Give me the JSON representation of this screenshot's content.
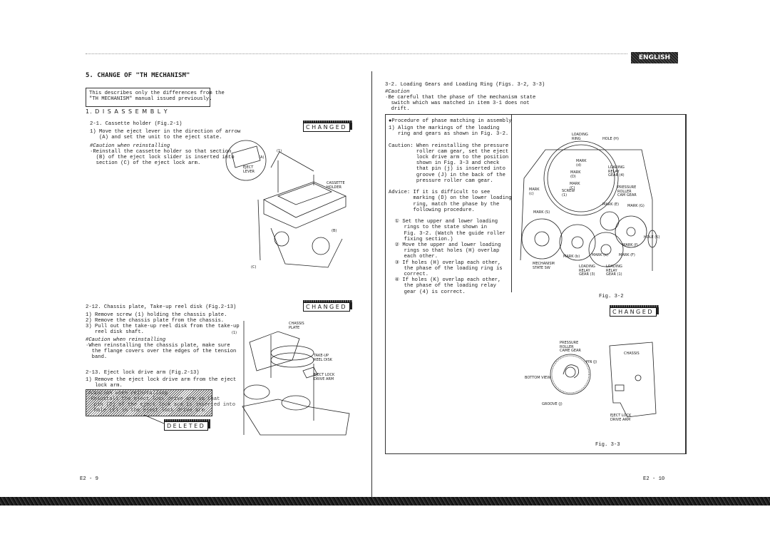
{
  "header": {
    "language_badge": "ENGLISH"
  },
  "left": {
    "section_title": "5. CHANGE OF \"TH MECHANISM\"",
    "intro": [
      "This describes only the differences from the",
      "\"TH MECHANISM\" manual issued previously."
    ],
    "disassembly_heading": "1. D I S A S S E M B L Y",
    "s21": {
      "heading": "2-1. Cassette holder (Fig.2-1)",
      "steps": [
        "1) Move the eject lever in the direction of arrow",
        "   (A) and set the unit to the eject state."
      ],
      "caution_title": "#Caution when reinstalling",
      "caution": [
        "·Reinstall the cassette holder so that section",
        "  (B) of the eject lock slider is inserted into",
        "  section (C) of the eject lock arm."
      ],
      "badge": "CHANGED",
      "labels": {
        "screw": "(1)",
        "arrow": "(A)",
        "eject_lever": "EJECT\nLEVER",
        "cassette_holder": "CASSETTE\nHOLDER",
        "b": "(B)",
        "c": "(C)"
      }
    },
    "s212": {
      "heading": "2-12. Chassis plate, Take-up reel disk (Fig.2-13)",
      "steps": [
        "1) Remove screw (1) holding the chassis plate.",
        "2) Remove the chassis plate from the chassis.",
        "3) Pull out the take-up reel disk from the take-up",
        "   reel disk shaft."
      ],
      "caution_title": "#Caution when reinstalling",
      "caution": [
        "·When reinstalling the chassis plate, make sure",
        "  the flange covers over the edges of the tension",
        "  band."
      ],
      "badge": "CHANGED",
      "labels": {
        "screw": "(1)",
        "chassis_plate": "CHASSIS\nPLATE",
        "takeup": "TAKE-UP\nREEL DISK",
        "eject_arm": "EJECT LOCK\nDRIVE ARM"
      }
    },
    "s213": {
      "heading": "2-13. Eject lock drive arm (Fig.2-13)",
      "steps": [
        "1) Remove the eject lock drive arm from the eject",
        "   lock arm."
      ],
      "deleted_text": [
        "#Caution when reinstalling",
        "·Reinstall the eject lock drive arm so that",
        "  pin (D) of the eject lock arm is inserted into",
        "  hole (E) in the eject lock drive arm."
      ],
      "badge": "DELETED"
    },
    "page_number": "E2 - 9"
  },
  "right": {
    "heading": "3-2. Loading Gears and Loading Ring (Figs. 3-2, 3-3)",
    "caution_title": "#Caution",
    "caution": [
      "·Be careful that the phase of the mechanism state",
      "  switch which was matched in item 3-1 does not",
      "  drift."
    ],
    "procedure": {
      "title": "●Procedure of phase matching in assembly",
      "lines": [
        "1) Align the markings of the loading",
        "   ring and gears as shown in Fig. 3-2.",
        "",
        "Caution: When reinstalling the pressure",
        "         roller cam gear, set the eject",
        "         lock drive arm to the position",
        "         shown in Fig. 3-3 and check",
        "         that pin (j) is inserted into",
        "         groove (J) in the back of the",
        "         pressure roller cam gear.",
        "",
        "Advice: If it is difficult to see",
        "        marking (D) on the lower loading",
        "        ring, match the phase by the",
        "        following procedure.",
        "",
        "  ① Set the upper and lower loading",
        "     rings to the state shown in",
        "     Fig. 3-2. (Watch the guide roller",
        "     fixing section.)",
        "  ② Move the upper and lower loading",
        "     rings so that holes (H) overlap",
        "     each other.",
        "  ③ If holes (H) overlap each other,",
        "     the phase of the loading ring is",
        "     correct.",
        "  ④ If holes (K) overlap each other,",
        "     the phase of the loading relay",
        "     gear (4) is correct."
      ]
    },
    "fig32": {
      "caption": "Fig. 3-2",
      "labels": {
        "loading_ring": "LOADING\nRING",
        "hole_h": "HOLE (H)",
        "mark_d_small": "MARK\n(d)",
        "mark_D": "MARK\n(D)",
        "relay4": "LOADING\nRELAY\nGEAR (4)",
        "mark_C": "MARK\n(C)",
        "mark_c": "MARK\n(c)",
        "screw": "SCREW\n(1)",
        "pressure": "PRESSURE\nROLLER\nCAM GEAR",
        "mark_E": "MARK (E)",
        "mark_G": "MARK (G)",
        "mark_S": "MARK (S)",
        "hole_k": "HOLE (K)",
        "mark_f": "MARK (f)",
        "mark_b": "MARK (b)",
        "mark_a": "MARK (a)",
        "mark_F": "MARK (F)",
        "mech_sw": "MECHANISM\nSTATE SW",
        "relay3": "LOADING\nRELAY\nGEAR (3)",
        "relay1": "LOADING\nRELAY\nGEAR (1)"
      }
    },
    "fig33": {
      "badge": "CHANGED",
      "caption": "Fig. 3-3",
      "labels": {
        "chassis": "CHASSIS",
        "pressure": "PRESSURE\nROLLER\nCAME GEAR",
        "pin": "PIN (J)",
        "bottom": "BOTTOM VIEW",
        "groove": "GROOVE (J)",
        "eject": "EJECT LOCK\nDRIVE ARM"
      }
    },
    "page_number": "E2 - 10"
  }
}
